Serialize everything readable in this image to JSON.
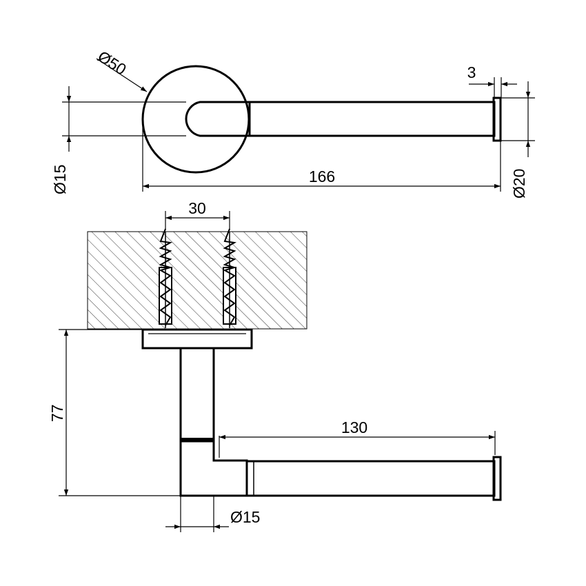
{
  "dimensions": {
    "top_rosette_diameter": "Ø50",
    "top_bar_diameter": "Ø15",
    "top_overall_length": "166",
    "top_end_cap_thickness": "3",
    "top_end_cap_diameter": "Ø20",
    "screw_spacing": "30",
    "projection_from_wall": "77",
    "bar_length": "130",
    "bottom_post_diameter": "Ø15"
  }
}
